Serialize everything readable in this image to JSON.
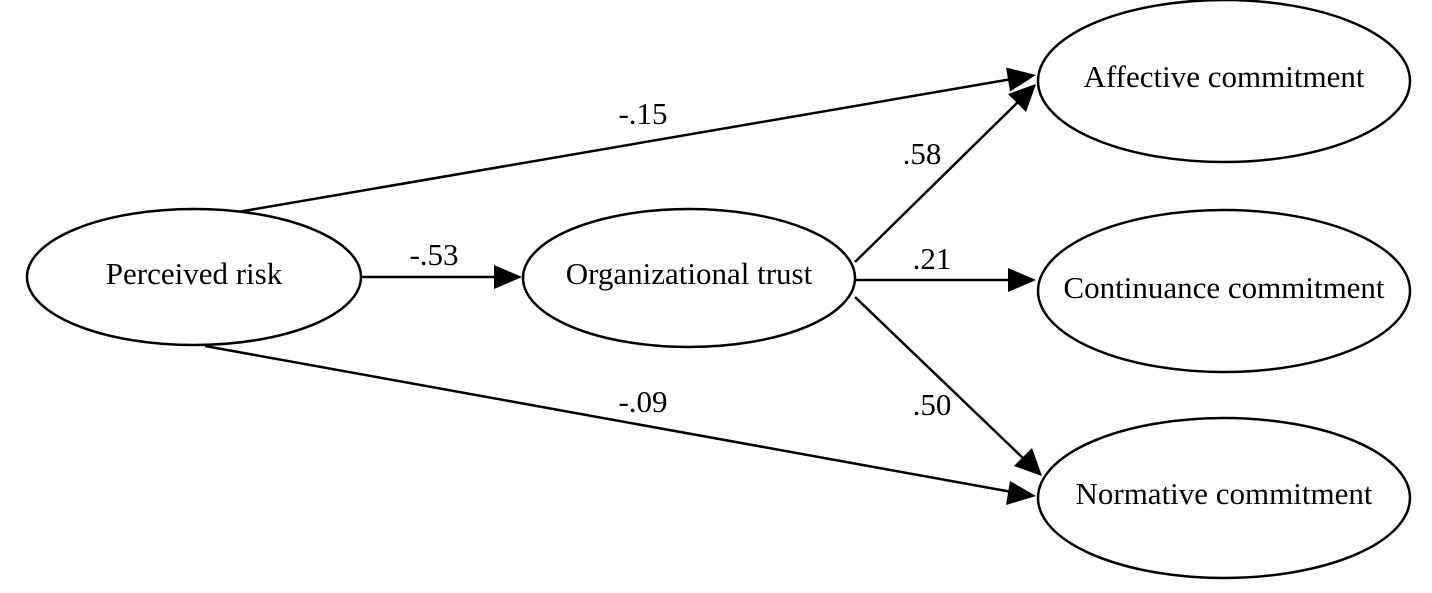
{
  "diagram": {
    "nodes": {
      "perceived_risk": {
        "label": "Perceived risk"
      },
      "organizational_trust": {
        "label": "Organizational trust"
      },
      "affective_commitment": {
        "label": "Affective commitment"
      },
      "continuance_commitment": {
        "label": "Continuance commitment"
      },
      "normative_commitment": {
        "label": "Normative commitment"
      }
    },
    "paths": [
      {
        "from": "Perceived risk",
        "to": "Organizational trust",
        "coefficient": "-.53"
      },
      {
        "from": "Perceived risk",
        "to": "Affective commitment",
        "coefficient": "-.15"
      },
      {
        "from": "Perceived risk",
        "to": "Normative commitment",
        "coefficient": "-.09"
      },
      {
        "from": "Organizational trust",
        "to": "Affective commitment",
        "coefficient": ".58"
      },
      {
        "from": "Organizational trust",
        "to": "Continuance commitment",
        "coefficient": ".21"
      },
      {
        "from": "Organizational trust",
        "to": "Normative commitment",
        "coefficient": ".50"
      }
    ],
    "colors": {
      "stroke": "#000000",
      "background": "#ffffff"
    }
  }
}
